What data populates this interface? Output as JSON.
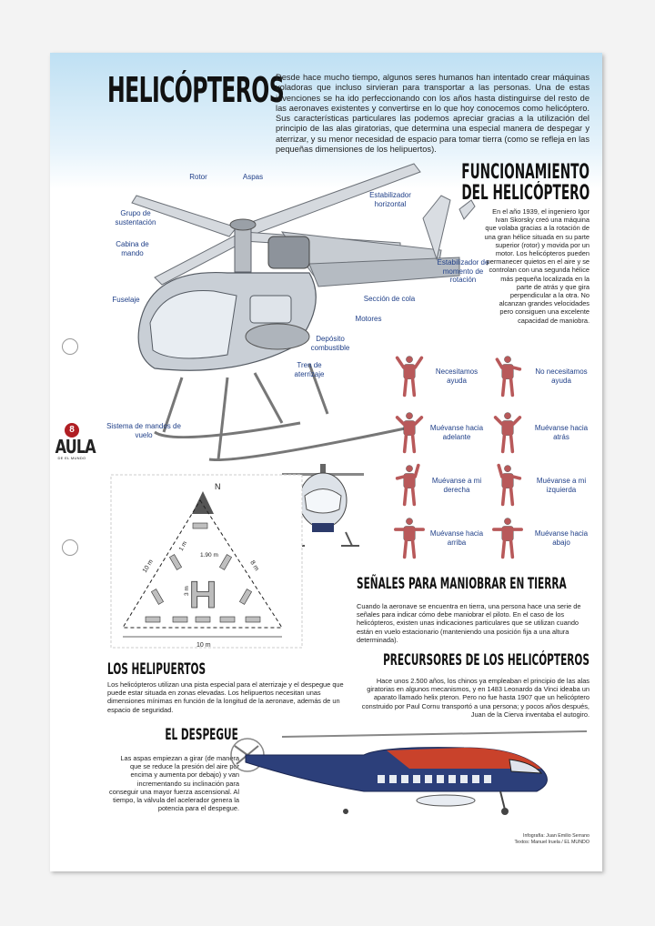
{
  "logo": {
    "badge": "8",
    "name": "AULA",
    "subtitle": "DE EL MUNDO"
  },
  "header": {
    "title": "HELICÓPTEROS",
    "intro": "Desde hace mucho tiempo, algunos seres humanos han intentado crear máquinas voladoras que incluso sirvieran para transportar a las personas. Una de estas invenciones se ha ido perfeccionando con los años hasta distinguirse del resto de las aeronaves existentes y convertirse en lo que hoy conocemos como helicóptero. Sus características particulares las podemos apreciar gracias a la utilización del principio de las alas giratorias, que determina una especial manera de despegar y aterrizar, y su menor necesidad de espacio para tomar tierra (como se refleja en las pequeñas dimensiones de los helipuertos)."
  },
  "parts": {
    "rotor": "Rotor",
    "aspas": "Aspas",
    "estabilizador_horizontal": "Estabilizador horizontal",
    "grupo_sustentacion": "Grupo de sustentación",
    "cabina": "Cabina de mando",
    "estabilizador_momento": "Estabilizador de momento de rotación",
    "fuselaje": "Fuselaje",
    "seccion_cola": "Sección de cola",
    "motores": "Motores",
    "deposito": "Depósito combustible",
    "tren": "Tren de aterrizaje",
    "sistema_mandos": "Sistema de mandos de vuelo"
  },
  "funcionamiento": {
    "title_line1": "FUNCIONAMIENTO",
    "title_line2": "DEL HELICÓPTERO",
    "text": "En el año 1939, el ingeniero Igor Ivan Skorsky creó una máquina que volaba gracias a la rotación de una gran hélice situada en su parte superior (rotor) y movida por un motor. Los helicópteros pueden permanecer quietos en el aire y se controlan con una segunda hélice más pequeña localizada en la parte de atrás y que gira perpendicular a la otra. No alcanzan grandes velocidades pero consiguen una excelente capacidad de maniobra."
  },
  "signals": {
    "items": [
      {
        "label": "Necesitamos ayuda",
        "color": "#b8595a"
      },
      {
        "label": "No necesitamos ayuda",
        "color": "#b8595a"
      },
      {
        "label": "Muévanse hacia adelante",
        "color": "#b8595a"
      },
      {
        "label": "Muévanse hacia atrás",
        "color": "#b8595a"
      },
      {
        "label": "Muévanse a mi derecha",
        "color": "#b8595a"
      },
      {
        "label": "Muévanse a mi izquierda",
        "color": "#b8595a"
      },
      {
        "label": "Muévanse hacia arriba",
        "color": "#b8595a"
      },
      {
        "label": "Muévanse hacia abajo",
        "color": "#b8595a"
      }
    ],
    "title": "SEÑALES PARA MANIOBRAR EN TIERRA",
    "text": "Cuando la aeronave se encuentra en tierra, una persona hace una serie de señales para indicar cómo debe maniobrar el piloto. En el caso de los helicópteros, existen unas indicaciones particulares que se utilizan cuando están en vuelo estacionario (manteniendo una posición fija a una altura determinada)."
  },
  "helipad": {
    "north": "N",
    "dim_190": "1.90 m",
    "dim_1m": "1 m",
    "dim_3m": "3 m",
    "dim_10m_left": "10 m",
    "dim_8m": "8 m",
    "dim_10m_bottom": "10 m",
    "letter": "H"
  },
  "helipuertos": {
    "title": "LOS HELIPUERTOS",
    "text": "Los helicópteros utilizan una pista especial para el aterrizaje y el despegue que puede estar situada en zonas elevadas. Los helipuertos necesitan unas dimensiones mínimas en función de la longitud de la aeronave, además de un espacio de seguridad."
  },
  "precursores": {
    "title": "PRECURSORES DE LOS HELICÓPTEROS",
    "text": "Hace unos 2.500 años, los chinos ya empleaban el principio de las alas giratorias en algunos mecanismos, y en 1483 Leonardo da Vinci ideaba un aparato llamado helix pteron. Pero no fue hasta 1907 que un helicóptero construido por Paul Cornu transportó a una persona; y pocos años después, Juan de la Cierva inventaba el autogiro."
  },
  "despegue": {
    "title": "EL DESPEGUE",
    "text": "Las aspas empiezan a girar (de manera que se reduce la presión del aire por encima y aumenta por debajo) y van incrementando su inclinación para conseguir una mayor fuerza ascensional. Al tiempo, la válvula del acelerador genera la potencia para el despegue."
  },
  "credits": {
    "line1": "Infografía: Juan Emilio Serrano",
    "line2": "Textos: Manuel Iruela / EL MUNDO"
  }
}
